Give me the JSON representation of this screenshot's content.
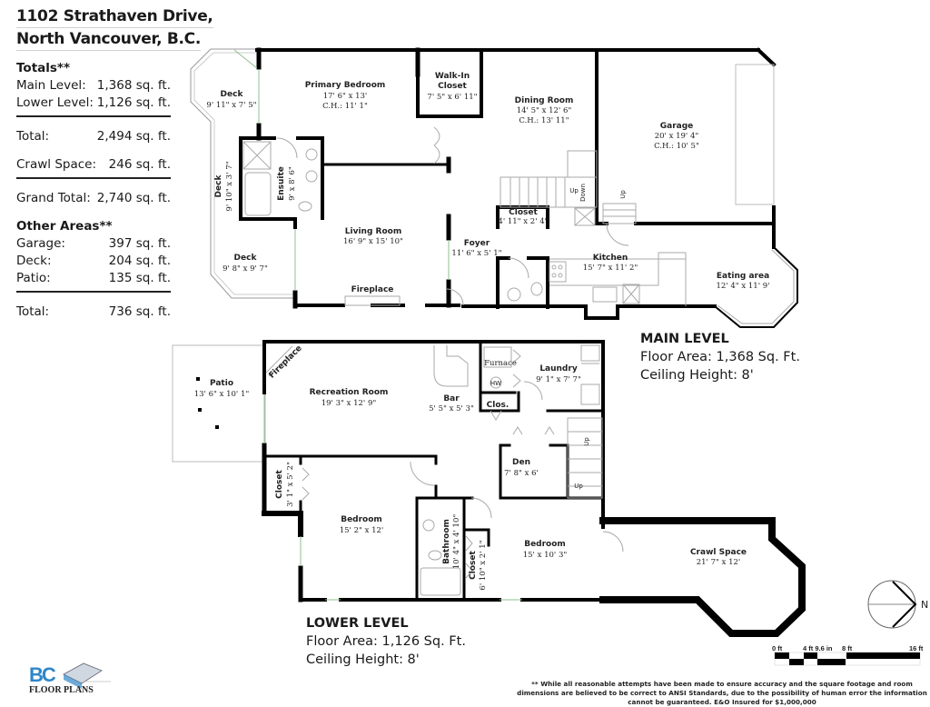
{
  "header": {
    "address_line1": "1102 Strathaven Drive,",
    "address_line2": "North Vancouver, B.C."
  },
  "totals": {
    "heading": "Totals**",
    "main_level": {
      "label": "Main Level:",
      "value": "1,368 sq. ft."
    },
    "lower_level": {
      "label": "Lower Level:",
      "value": "1,126 sq. ft."
    },
    "total": {
      "label": "Total:",
      "value": "2,494 sq. ft."
    },
    "crawl_space": {
      "label": "Crawl Space:",
      "value": "246 sq. ft."
    },
    "grand_total": {
      "label": "Grand Total:",
      "value": "2,740 sq. ft."
    }
  },
  "other_areas": {
    "heading": "Other Areas**",
    "garage": {
      "label": "Garage:",
      "value": "397 sq. ft."
    },
    "deck": {
      "label": "Deck:",
      "value": "204 sq. ft."
    },
    "patio": {
      "label": "Patio:",
      "value": "135 sq. ft."
    },
    "total": {
      "label": "Total:",
      "value": "736 sq. ft."
    }
  },
  "main_level": {
    "heading": "MAIN LEVEL",
    "floor_area": "Floor Area: 1,368 Sq. Ft.",
    "ceiling_height": "Ceiling Height: 8'",
    "rooms": {
      "deck_top": {
        "name": "Deck",
        "dims": "9' 11\" x 7' 5\""
      },
      "primary_bedroom": {
        "name": "Primary Bedroom",
        "dims": "17' 6\" x 13'",
        "ch": "C.H.: 11' 1\""
      },
      "walk_in_closet": {
        "name1": "Walk-In",
        "name2": "Closet",
        "dims": "7' 5\" x 6' 11\""
      },
      "dining_room": {
        "name": "Dining Room",
        "dims": "14' 5\" x 12' 6\"",
        "ch": "C.H.: 13' 11\""
      },
      "garage": {
        "name": "Garage",
        "dims": "20' x 19' 4\"",
        "ch": "C.H.: 10' 5\""
      },
      "deck_side": {
        "name": "Deck",
        "dims": "9' 10\" x 3' 7\""
      },
      "ensuite": {
        "name": "Ensuite",
        "dims": "9' x 8' 6\""
      },
      "closet": {
        "name": "Closet",
        "dims": "4' 11\" x 2' 4\""
      },
      "living_room": {
        "name": "Living Room",
        "dims": "16' 9\" x 15' 10\""
      },
      "deck_bottom": {
        "name": "Deck",
        "dims": "9' 8\" x 9' 7\""
      },
      "foyer": {
        "name": "Foyer",
        "dims": "11' 6\" x 5' 1\""
      },
      "kitchen": {
        "name": "Kitchen",
        "dims": "15' 7\" x 11' 2\""
      },
      "eating_area": {
        "name": "Eating area",
        "dims": "12' 4\" x 11' 9'"
      },
      "fireplace": {
        "name": "Fireplace"
      },
      "stairs_up": "Up",
      "stairs_down": "Down",
      "garage_up": "Up"
    }
  },
  "lower_level": {
    "heading": "LOWER LEVEL",
    "floor_area": "Floor Area: 1,126 Sq. Ft.",
    "ceiling_height": "Ceiling Height: 8'",
    "rooms": {
      "patio": {
        "name": "Patio",
        "dims": "13' 6\" x 10' 1\""
      },
      "fireplace": {
        "name": "Fireplace"
      },
      "recreation_room": {
        "name": "Recreation Room",
        "dims": "19' 3\" x 12' 9\""
      },
      "bar": {
        "name": "Bar",
        "dims": "5' 5\" x 5' 3\""
      },
      "furnace": {
        "name": "Furnace"
      },
      "hw": {
        "name": "HW"
      },
      "laundry": {
        "name": "Laundry",
        "dims": "9' 1\" x 7' 7\""
      },
      "clos": {
        "name": "Clos."
      },
      "den": {
        "name": "Den",
        "dims": "7' 8\" x 6'"
      },
      "closet_left": {
        "name": "Closet",
        "dims": "3' 1\" x 5' 2\""
      },
      "bedroom_left": {
        "name": "Bedroom",
        "dims": "15' 2\" x 12'"
      },
      "bathroom": {
        "name": "Bathroom",
        "dims": "10' 4\" x 4' 10\""
      },
      "closet_mid": {
        "name": "Closet",
        "dims": "6' 10\" x 2' 1\""
      },
      "bedroom_right": {
        "name": "Bedroom",
        "dims": "15' x 10' 3\""
      },
      "crawl_space": {
        "name": "Crawl Space",
        "dims": "21' 7\" x 12'"
      },
      "stairs_up_1": "Up",
      "stairs_up_2": "Up"
    }
  },
  "compass": {
    "label": "N"
  },
  "scale_bar": {
    "ticks": [
      "0 ft",
      "4 ft 9.6 in",
      "8 ft",
      "16 ft"
    ]
  },
  "logo": {
    "line1": "BC",
    "line2": "FLOOR PLANS"
  },
  "disclaimer": "** While all reasonable attempts have been made to ensure accuracy and the square footage and room dimensions are believed to be correct to ANSI Standards, due to the possibility of human error the information cannot be guaranteed. E&O Insured for $1,000,000"
}
